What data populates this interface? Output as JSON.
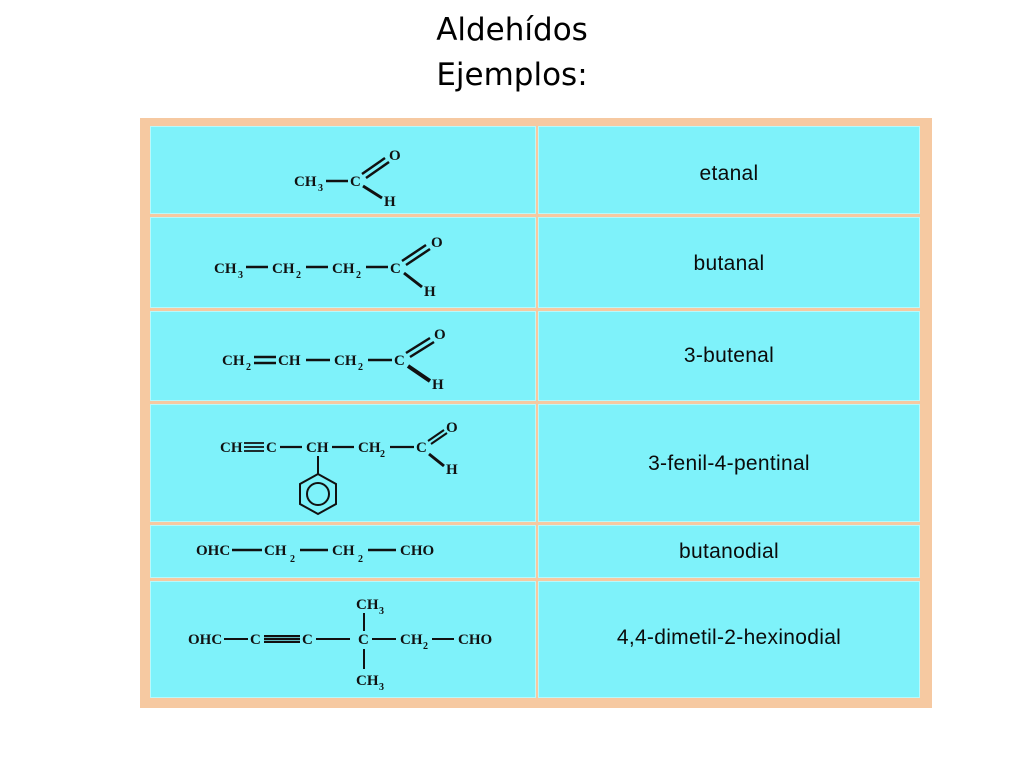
{
  "slide": {
    "title_line1": "Aldehídos",
    "title_line2": "Ejemplos:"
  },
  "table": {
    "rows": [
      {
        "formula": {
          "t1": "CH",
          "s1": "3",
          "t2": "C",
          "o": "O",
          "h": "H"
        },
        "name": "etanal"
      },
      {
        "formula": {
          "t1": "CH",
          "s1": "3",
          "t2": "CH",
          "s2": "2",
          "t3": "CH",
          "s3": "2",
          "t4": "C",
          "o": "O",
          "h": "H"
        },
        "name": "butanal"
      },
      {
        "formula": {
          "t1": "CH",
          "s1": "2",
          "t2": "CH",
          "t3": "CH",
          "s3": "2",
          "t4": "C",
          "o": "O",
          "h": "H"
        },
        "name": "3-butenal"
      },
      {
        "formula": {
          "t1": "CH",
          "t2": "C",
          "t3": "CH",
          "t4": "CH",
          "s4": "2",
          "t5": "C",
          "o": "O",
          "h": "H"
        },
        "name": "3-fenil-4-pentinal"
      },
      {
        "formula": {
          "t1": "OHC",
          "t2": "CH",
          "s2": "2",
          "t3": "CH",
          "s3": "2",
          "t4": "CHO"
        },
        "name": "butanodial"
      },
      {
        "formula": {
          "t1": "OHC",
          "t2": "C",
          "t3": "C",
          "t4": "C",
          "t5": "CH",
          "s5": "2",
          "t6": "CHO",
          "top": "CH",
          "top_s": "3",
          "bot": "CH",
          "bot_s": "3"
        },
        "name": "4,4-dimetil-2-hexinodial"
      }
    ]
  }
}
